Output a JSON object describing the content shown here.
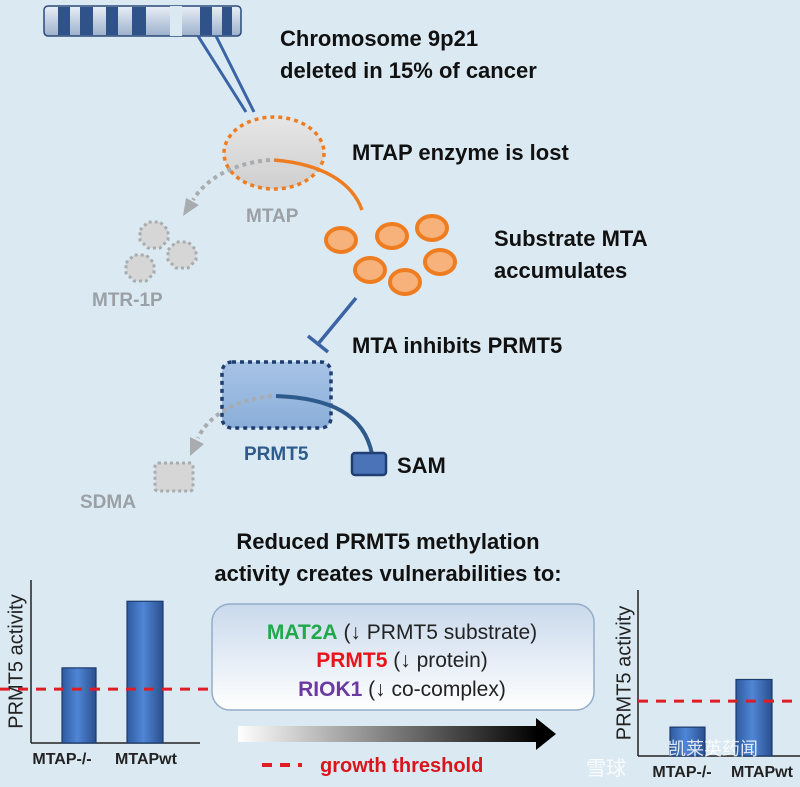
{
  "labels": {
    "chromosome_line1": "Chromosome 9p21",
    "chromosome_line2": "deleted in 15% of cancer",
    "mtap_lost": "MTAP enzyme is lost",
    "mtap": "MTAP",
    "mtr1p": "MTR-1P",
    "substrate_line1": "Substrate MTA",
    "substrate_line2": "accumulates",
    "mta_inhibits": "MTA inhibits PRMT5",
    "prmt5": "PRMT5",
    "sam": "SAM",
    "sdma": "SDMA",
    "reduced_line1": "Reduced PRMT5 methylation",
    "reduced_line2": "activity creates vulnerabilities to:",
    "growth_threshold": "growth threshold"
  },
  "vulnerabilities": [
    {
      "name": "MAT2A",
      "detail": " (↓ PRMT5 substrate)",
      "color": "#21a84a"
    },
    {
      "name": "PRMT5",
      "detail": " (↓ protein)",
      "color": "#e8141a"
    },
    {
      "name": "RIOK1",
      "detail": " (↓ co-complex)",
      "color": "#6a3aa0"
    }
  ],
  "colors": {
    "background": "#dbeaf2",
    "orange": "#ee7d22",
    "blue": "#3a64a5",
    "gray": "#a9acaf",
    "threshold": "#e01d22"
  },
  "chart_data": [
    {
      "type": "bar",
      "ylabel": "PRMT5 activity",
      "categories": [
        "MTAP-/-",
        "MTAPwt"
      ],
      "values": [
        0.53,
        1.0
      ],
      "threshold": 0.38,
      "ylim": [
        0,
        1.15
      ]
    },
    {
      "type": "bar",
      "ylabel": "PRMT5 activity",
      "categories": [
        "MTAP-/-",
        "MTAPwt"
      ],
      "values": [
        0.2,
        0.53
      ],
      "threshold": 0.38,
      "ylim": [
        0,
        1.15
      ]
    }
  ],
  "watermark": {
    "left": "雪球",
    "right": "凯莱英药闻"
  }
}
